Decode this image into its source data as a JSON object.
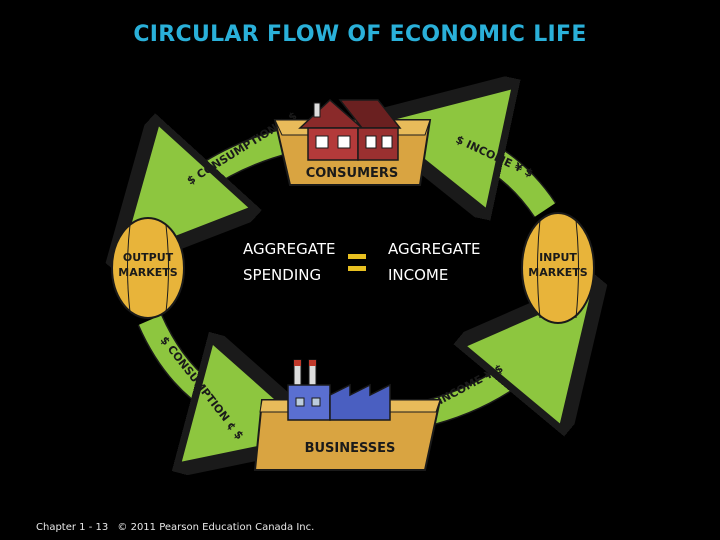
{
  "title": "CIRCULAR FLOW OF ECONOMIC LIFE",
  "center": {
    "left_line1": "AGGREGATE",
    "left_line2": "SPENDING",
    "right_line1": "AGGREGATE",
    "right_line2": "INCOME"
  },
  "nodes": {
    "consumers": "CONSUMERS",
    "businesses": "BUSINESSES",
    "output_markets_line1": "OUTPUT",
    "output_markets_line2": "MARKETS",
    "input_markets_line1": "INPUT",
    "input_markets_line2": "MARKETS"
  },
  "flows": {
    "top_left": "$ CONSUMPTION ¢ $",
    "top_right": "$ INCOME ¥ $",
    "bottom_left": "$ CONSUMPTION ¢ $",
    "bottom_right": "$ INCOME ¥ $"
  },
  "footer": {
    "chapter": "Chapter 1 - 13",
    "copyright": "© 2011 Pearson Education Canada Inc."
  },
  "colors": {
    "title": "#2ab0d9",
    "arrow": "#8dc63f",
    "platform": "#d9a441",
    "market": "#e8b43a",
    "house": "#b33a3a",
    "factory": "#5a6fd1"
  }
}
